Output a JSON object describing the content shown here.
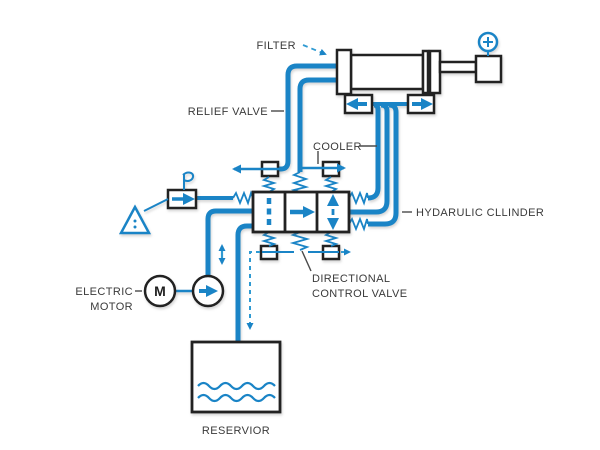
{
  "diagram_title": "hydraulic-system-diagram",
  "colors": {
    "pipe": "#1a84c6",
    "pipe_light": "#2f9ad2",
    "stroke": "#222222",
    "label": "#3a3a3a",
    "pointer": "#4a4a4a",
    "bg": "#ffffff"
  },
  "labels": {
    "filter": "FILTER",
    "relief_valve": "RELIEF VALVE",
    "cooler": "COOLER",
    "hydraulic_cylinder": "HYDARULIC CLLINDER",
    "directional_control_valve_line1": "DIRECTIONAL",
    "directional_control_valve_line2": "CONTROL VALVE",
    "electric_motor_line1": "ELECTRIC",
    "electric_motor_line2": "MOTOR",
    "reservoir": "RESERVIOR",
    "motor_symbol": "M"
  }
}
